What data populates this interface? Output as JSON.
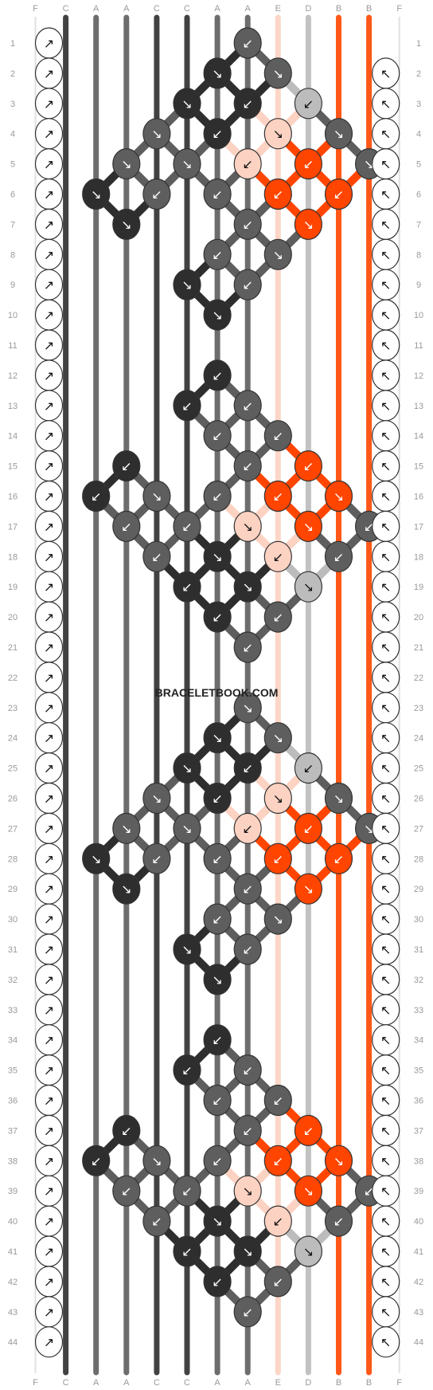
{
  "watermark": "BRACELETBOOK.COM",
  "colors": {
    "F": "#ffffff",
    "C": "#2e2e2e",
    "A": "#5e5e5e",
    "E": "#fcd2c2",
    "D": "#bcbcbc",
    "B": "#ff4500"
  },
  "rows": 44,
  "strands": [
    "F",
    "C",
    "A",
    "A",
    "C",
    "C",
    "A",
    "A",
    "E",
    "D",
    "B",
    "B",
    "F"
  ],
  "row_labels": [
    "1",
    "2",
    "3",
    "4",
    "5",
    "6",
    "7",
    "8",
    "9",
    "10",
    "11",
    "12",
    "13",
    "14",
    "15",
    "16",
    "17",
    "18",
    "19",
    "20",
    "21",
    "22",
    "23",
    "24",
    "25",
    "26",
    "27",
    "28",
    "29",
    "30",
    "31",
    "32",
    "33",
    "34",
    "35",
    "36",
    "37",
    "38",
    "39",
    "40",
    "41",
    "42",
    "43",
    "44"
  ],
  "knot_direction_symbols": {
    "right": "↘",
    "left": "↙",
    "forward_back": "↗",
    "back_forward": "↖"
  },
  "knots": {
    "left_edge": {
      "row_start": 1,
      "row_end": 44,
      "dir": "forward_back",
      "color": "F"
    },
    "right_edge": {
      "row_start": 2,
      "row_end": 44,
      "dir": "back_forward",
      "color": "F"
    },
    "list": [
      {
        "r": 1,
        "c": 7,
        "col": "A",
        "d": "left"
      },
      {
        "r": 2,
        "c": 6,
        "col": "C",
        "d": "right"
      },
      {
        "r": 2,
        "c": 8,
        "col": "A",
        "d": "right"
      },
      {
        "r": 3,
        "c": 5,
        "col": "C",
        "d": "right"
      },
      {
        "r": 3,
        "c": 7,
        "col": "C",
        "d": "left"
      },
      {
        "r": 3,
        "c": 9,
        "col": "D",
        "d": "left"
      },
      {
        "r": 4,
        "c": 4,
        "col": "A",
        "d": "right"
      },
      {
        "r": 4,
        "c": 6,
        "col": "C",
        "d": "left"
      },
      {
        "r": 4,
        "c": 8,
        "col": "E",
        "d": "right"
      },
      {
        "r": 4,
        "c": 10,
        "col": "A",
        "d": "right"
      },
      {
        "r": 5,
        "c": 3,
        "col": "A",
        "d": "right"
      },
      {
        "r": 5,
        "c": 5,
        "col": "A",
        "d": "right"
      },
      {
        "r": 5,
        "c": 7,
        "col": "E",
        "d": "left"
      },
      {
        "r": 5,
        "c": 9,
        "col": "B",
        "d": "left"
      },
      {
        "r": 5,
        "c": 11,
        "col": "A",
        "d": "right"
      },
      {
        "r": 6,
        "c": 2,
        "col": "C",
        "d": "right"
      },
      {
        "r": 6,
        "c": 4,
        "col": "A",
        "d": "left"
      },
      {
        "r": 6,
        "c": 6,
        "col": "A",
        "d": "left"
      },
      {
        "r": 6,
        "c": 8,
        "col": "B",
        "d": "left"
      },
      {
        "r": 6,
        "c": 10,
        "col": "B",
        "d": "left"
      },
      {
        "r": 7,
        "c": 3,
        "col": "C",
        "d": "right"
      },
      {
        "r": 7,
        "c": 7,
        "col": "A",
        "d": "left"
      },
      {
        "r": 7,
        "c": 9,
        "col": "B",
        "d": "right"
      },
      {
        "r": 8,
        "c": 6,
        "col": "A",
        "d": "left"
      },
      {
        "r": 8,
        "c": 8,
        "col": "A",
        "d": "right"
      },
      {
        "r": 9,
        "c": 5,
        "col": "C",
        "d": "right"
      },
      {
        "r": 9,
        "c": 7,
        "col": "A",
        "d": "left"
      },
      {
        "r": 10,
        "c": 6,
        "col": "C",
        "d": "right"
      },
      {
        "r": 12,
        "c": 6,
        "col": "C",
        "d": "left"
      },
      {
        "r": 13,
        "c": 5,
        "col": "C",
        "d": "left"
      },
      {
        "r": 13,
        "c": 7,
        "col": "A",
        "d": "left"
      },
      {
        "r": 14,
        "c": 6,
        "col": "A",
        "d": "left"
      },
      {
        "r": 14,
        "c": 8,
        "col": "A",
        "d": "left"
      },
      {
        "r": 15,
        "c": 3,
        "col": "C",
        "d": "left"
      },
      {
        "r": 15,
        "c": 7,
        "col": "A",
        "d": "left"
      },
      {
        "r": 15,
        "c": 9,
        "col": "B",
        "d": "left"
      },
      {
        "r": 16,
        "c": 2,
        "col": "C",
        "d": "left"
      },
      {
        "r": 16,
        "c": 4,
        "col": "A",
        "d": "right"
      },
      {
        "r": 16,
        "c": 6,
        "col": "A",
        "d": "left"
      },
      {
        "r": 16,
        "c": 8,
        "col": "B",
        "d": "left"
      },
      {
        "r": 16,
        "c": 10,
        "col": "B",
        "d": "right"
      },
      {
        "r": 17,
        "c": 3,
        "col": "A",
        "d": "left"
      },
      {
        "r": 17,
        "c": 5,
        "col": "A",
        "d": "left"
      },
      {
        "r": 17,
        "c": 7,
        "col": "E",
        "d": "right"
      },
      {
        "r": 17,
        "c": 9,
        "col": "B",
        "d": "right"
      },
      {
        "r": 17,
        "c": 11,
        "col": "A",
        "d": "left"
      },
      {
        "r": 18,
        "c": 4,
        "col": "A",
        "d": "left"
      },
      {
        "r": 18,
        "c": 6,
        "col": "C",
        "d": "right"
      },
      {
        "r": 18,
        "c": 8,
        "col": "E",
        "d": "left"
      },
      {
        "r": 18,
        "c": 10,
        "col": "A",
        "d": "left"
      },
      {
        "r": 19,
        "c": 5,
        "col": "C",
        "d": "left"
      },
      {
        "r": 19,
        "c": 7,
        "col": "C",
        "d": "right"
      },
      {
        "r": 19,
        "c": 9,
        "col": "D",
        "d": "right"
      },
      {
        "r": 20,
        "c": 6,
        "col": "C",
        "d": "left"
      },
      {
        "r": 20,
        "c": 8,
        "col": "A",
        "d": "left"
      },
      {
        "r": 21,
        "c": 7,
        "col": "A",
        "d": "left"
      },
      {
        "r": 23,
        "c": 7,
        "col": "A",
        "d": "right"
      },
      {
        "r": 24,
        "c": 6,
        "col": "C",
        "d": "right"
      },
      {
        "r": 24,
        "c": 8,
        "col": "A",
        "d": "right"
      },
      {
        "r": 25,
        "c": 5,
        "col": "C",
        "d": "right"
      },
      {
        "r": 25,
        "c": 7,
        "col": "C",
        "d": "left"
      },
      {
        "r": 25,
        "c": 9,
        "col": "D",
        "d": "left"
      },
      {
        "r": 26,
        "c": 4,
        "col": "A",
        "d": "right"
      },
      {
        "r": 26,
        "c": 6,
        "col": "C",
        "d": "left"
      },
      {
        "r": 26,
        "c": 8,
        "col": "E",
        "d": "right"
      },
      {
        "r": 26,
        "c": 10,
        "col": "A",
        "d": "right"
      },
      {
        "r": 27,
        "c": 3,
        "col": "A",
        "d": "right"
      },
      {
        "r": 27,
        "c": 5,
        "col": "A",
        "d": "right"
      },
      {
        "r": 27,
        "c": 7,
        "col": "E",
        "d": "left"
      },
      {
        "r": 27,
        "c": 9,
        "col": "B",
        "d": "left"
      },
      {
        "r": 27,
        "c": 11,
        "col": "A",
        "d": "right"
      },
      {
        "r": 28,
        "c": 2,
        "col": "C",
        "d": "right"
      },
      {
        "r": 28,
        "c": 4,
        "col": "A",
        "d": "left"
      },
      {
        "r": 28,
        "c": 6,
        "col": "A",
        "d": "left"
      },
      {
        "r": 28,
        "c": 8,
        "col": "B",
        "d": "left"
      },
      {
        "r": 28,
        "c": 10,
        "col": "B",
        "d": "left"
      },
      {
        "r": 29,
        "c": 3,
        "col": "C",
        "d": "right"
      },
      {
        "r": 29,
        "c": 7,
        "col": "A",
        "d": "left"
      },
      {
        "r": 29,
        "c": 9,
        "col": "B",
        "d": "right"
      },
      {
        "r": 30,
        "c": 6,
        "col": "A",
        "d": "left"
      },
      {
        "r": 30,
        "c": 8,
        "col": "A",
        "d": "right"
      },
      {
        "r": 31,
        "c": 5,
        "col": "C",
        "d": "right"
      },
      {
        "r": 31,
        "c": 7,
        "col": "A",
        "d": "left"
      },
      {
        "r": 32,
        "c": 6,
        "col": "C",
        "d": "right"
      },
      {
        "r": 34,
        "c": 6,
        "col": "C",
        "d": "left"
      },
      {
        "r": 35,
        "c": 5,
        "col": "C",
        "d": "left"
      },
      {
        "r": 35,
        "c": 7,
        "col": "A",
        "d": "left"
      },
      {
        "r": 36,
        "c": 6,
        "col": "A",
        "d": "left"
      },
      {
        "r": 36,
        "c": 8,
        "col": "A",
        "d": "left"
      },
      {
        "r": 37,
        "c": 3,
        "col": "C",
        "d": "left"
      },
      {
        "r": 37,
        "c": 7,
        "col": "A",
        "d": "left"
      },
      {
        "r": 37,
        "c": 9,
        "col": "B",
        "d": "left"
      },
      {
        "r": 38,
        "c": 2,
        "col": "C",
        "d": "left"
      },
      {
        "r": 38,
        "c": 4,
        "col": "A",
        "d": "right"
      },
      {
        "r": 38,
        "c": 6,
        "col": "A",
        "d": "left"
      },
      {
        "r": 38,
        "c": 8,
        "col": "B",
        "d": "left"
      },
      {
        "r": 38,
        "c": 10,
        "col": "B",
        "d": "right"
      },
      {
        "r": 39,
        "c": 3,
        "col": "A",
        "d": "left"
      },
      {
        "r": 39,
        "c": 5,
        "col": "A",
        "d": "left"
      },
      {
        "r": 39,
        "c": 7,
        "col": "E",
        "d": "right"
      },
      {
        "r": 39,
        "c": 9,
        "col": "B",
        "d": "right"
      },
      {
        "r": 39,
        "c": 11,
        "col": "A",
        "d": "left"
      },
      {
        "r": 40,
        "c": 4,
        "col": "A",
        "d": "left"
      },
      {
        "r": 40,
        "c": 6,
        "col": "C",
        "d": "right"
      },
      {
        "r": 40,
        "c": 8,
        "col": "E",
        "d": "left"
      },
      {
        "r": 40,
        "c": 10,
        "col": "A",
        "d": "left"
      },
      {
        "r": 41,
        "c": 5,
        "col": "C",
        "d": "left"
      },
      {
        "r": 41,
        "c": 7,
        "col": "C",
        "d": "right"
      },
      {
        "r": 41,
        "c": 9,
        "col": "D",
        "d": "right"
      },
      {
        "r": 42,
        "c": 6,
        "col": "C",
        "d": "left"
      },
      {
        "r": 42,
        "c": 8,
        "col": "A",
        "d": "left"
      },
      {
        "r": 43,
        "c": 7,
        "col": "A",
        "d": "left"
      }
    ]
  }
}
